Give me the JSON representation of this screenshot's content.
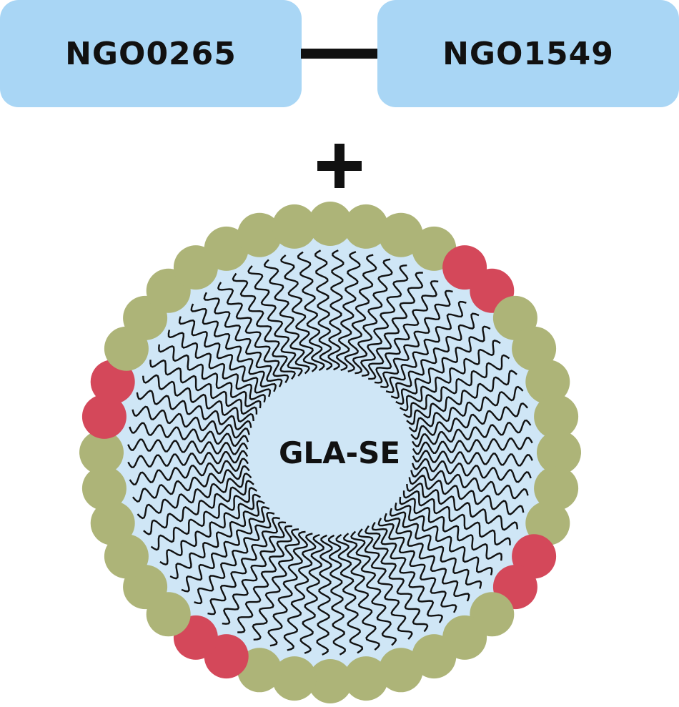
{
  "proteins": {
    "left": "NGO0265",
    "right": "NGO1549"
  },
  "plus_symbol": "+",
  "micelle": {
    "core_label": "GLA-SE",
    "head_count": 40,
    "highlighted_heads": [
      4,
      5,
      13,
      14,
      23,
      24,
      31,
      32
    ],
    "colors": {
      "box_fill": "#a9d6f5",
      "interior": "#cfe6f6",
      "head_normal": "#adb478",
      "head_highlight": "#d4485a",
      "tail": "#111111"
    }
  }
}
